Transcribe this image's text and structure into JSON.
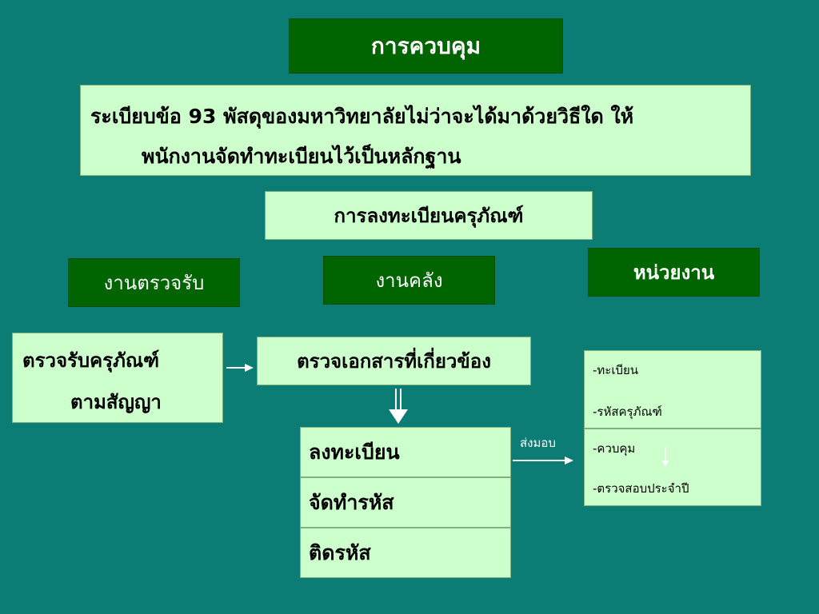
{
  "title": "การควบคุม",
  "rule": {
    "line1": "ระเบียบข้อ 93 พัสดุของมหาวิทยาลัยไม่ว่าจะได้มาด้วยวิธีใด ให้",
    "line2": "พนักงานจัดทำทะเบียนไว้เป็นหลักฐาน"
  },
  "registration": "การลงทะเบียนครุภัณฑ์",
  "headers": [
    "งานตรวจรับ",
    "งานคลัง",
    "หน่วยงาน"
  ],
  "inspect": {
    "line1": "ตรวจรับครุภัณฑ์",
    "line2": "ตามสัญญา"
  },
  "check_docs": "ตรวจเอกสารที่เกี่ยวข้อง",
  "steps": [
    "ลงทะเบียน",
    "จัดทำรหัส",
    "ติดรหัส"
  ],
  "send_label": "ส่งมอบ",
  "unit_items": [
    "-ทะเบียน",
    "-รหัสครุภัณฑ์",
    "-ควบคุม",
    "-ตรวจสอบประจำปี"
  ]
}
